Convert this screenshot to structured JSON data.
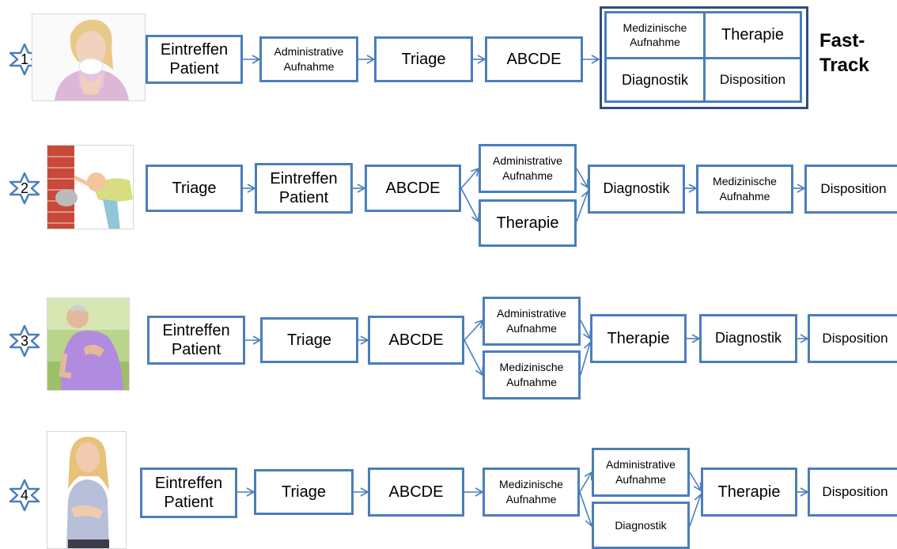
{
  "colors": {
    "box_border": "#4a7ebb",
    "fasttrack_border": "#2f4e7a",
    "arrow": "#4a7ebb",
    "star": "#4a7ebb"
  },
  "labels": {
    "eintreffen": "Eintreffen\nPatient",
    "administrative": "Administrative\nAufnahme",
    "medizinische": "Medizinische\nAufnahme",
    "triage": "Triage",
    "abcde": "ABCDE",
    "therapie": "Therapie",
    "diagnostik": "Diagnostik",
    "disposition": "Disposition"
  },
  "fast_track": {
    "label": "Fast-\nTrack"
  },
  "rows": [
    {
      "number": "1",
      "patient_icon": "sneezing-woman-photo"
    },
    {
      "number": "2",
      "patient_icon": "coughing-man-photo"
    },
    {
      "number": "3",
      "patient_icon": "chest-pain-man-photo"
    },
    {
      "number": "4",
      "patient_icon": "abdominal-pain-woman-photo"
    }
  ]
}
